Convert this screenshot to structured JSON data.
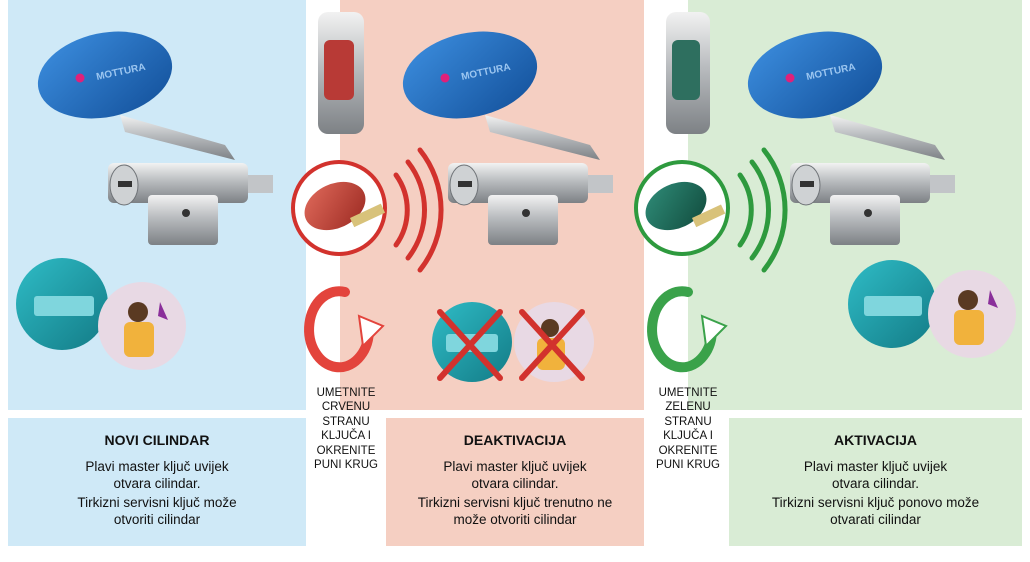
{
  "panels": [
    {
      "title": "NOVI CILINDAR",
      "line1": "Plavi master ključ uvijek",
      "line2": "otvara cilindar.",
      "line3": "Tirkizni servisni ključ može",
      "line4": "otvoriti cilindar"
    },
    {
      "title": "DEAKTIVACIJA",
      "line1": "Plavi master ključ uvijek",
      "line2": "otvara cilindar.",
      "line3": "Tirkizni servisni ključ trenutno ne",
      "line4": "može otvoriti cilindar"
    },
    {
      "title": "AKTIVACIJA",
      "line1": "Plavi master ključ uvijek",
      "line2": "otvara cilindar.",
      "line3": "Tirkizni servisni ključ ponovo može",
      "line4": "otvarati cilindar"
    }
  ],
  "instructions": [
    {
      "l1": "UMETNITE",
      "l2": "CRVENU",
      "l3": "STRANU",
      "l4": "KLJUČA I",
      "l5": "OKRENITE",
      "l6": "PUNI KRUG"
    },
    {
      "l1": "UMETNITE",
      "l2": "ZELENU",
      "l3": "STRANU",
      "l4": "KLJUČA I",
      "l5": "OKRENITE",
      "l6": "PUNI KRUG"
    }
  ],
  "brand": "MOTTURA",
  "colors": {
    "blue_panel": "#cfe9f7",
    "pink_panel": "#f5cfc2",
    "green_panel": "#d9ecd5",
    "red_accent": "#d2322d",
    "green_accent": "#2e9a3e",
    "master_key_blue": "#1f6fc4",
    "service_key_teal": "#1aa3ad"
  },
  "icons": [
    "master-key-icon",
    "cylinder-lock-icon",
    "service-key-icon",
    "red-key-icon",
    "green-key-icon",
    "rotate-arrow-icon",
    "signal-waves-icon",
    "cross-mark-icon"
  ]
}
